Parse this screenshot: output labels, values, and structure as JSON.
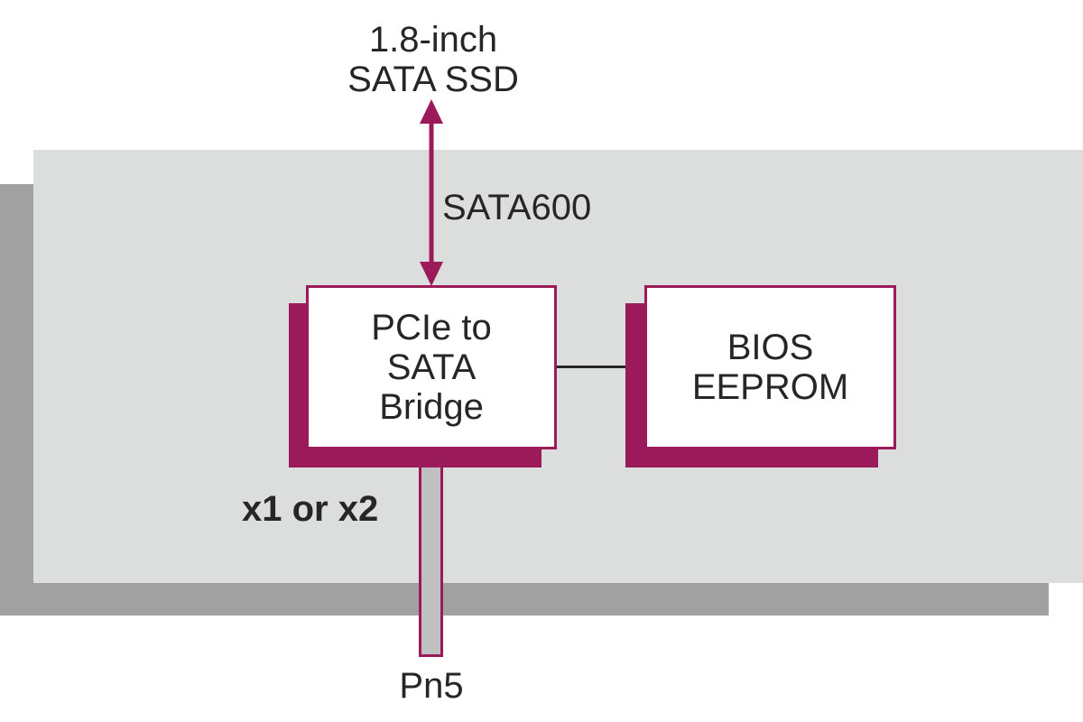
{
  "diagram": {
    "title_top": "1.8-inch\nSATA SSD",
    "link_label": "SATA600",
    "bridge_label": "PCIe to\nSATA\nBridge",
    "eeprom_label": "BIOS\nEEPROM",
    "lane_label": "x1 or x2",
    "connector_label": "Pn5",
    "colors": {
      "accent": "#9b1b5a",
      "board": "#dcdedd",
      "board_shadow": "#a0a1a0",
      "connector_fill": "#bfc0bf",
      "text": "#262626"
    }
  }
}
